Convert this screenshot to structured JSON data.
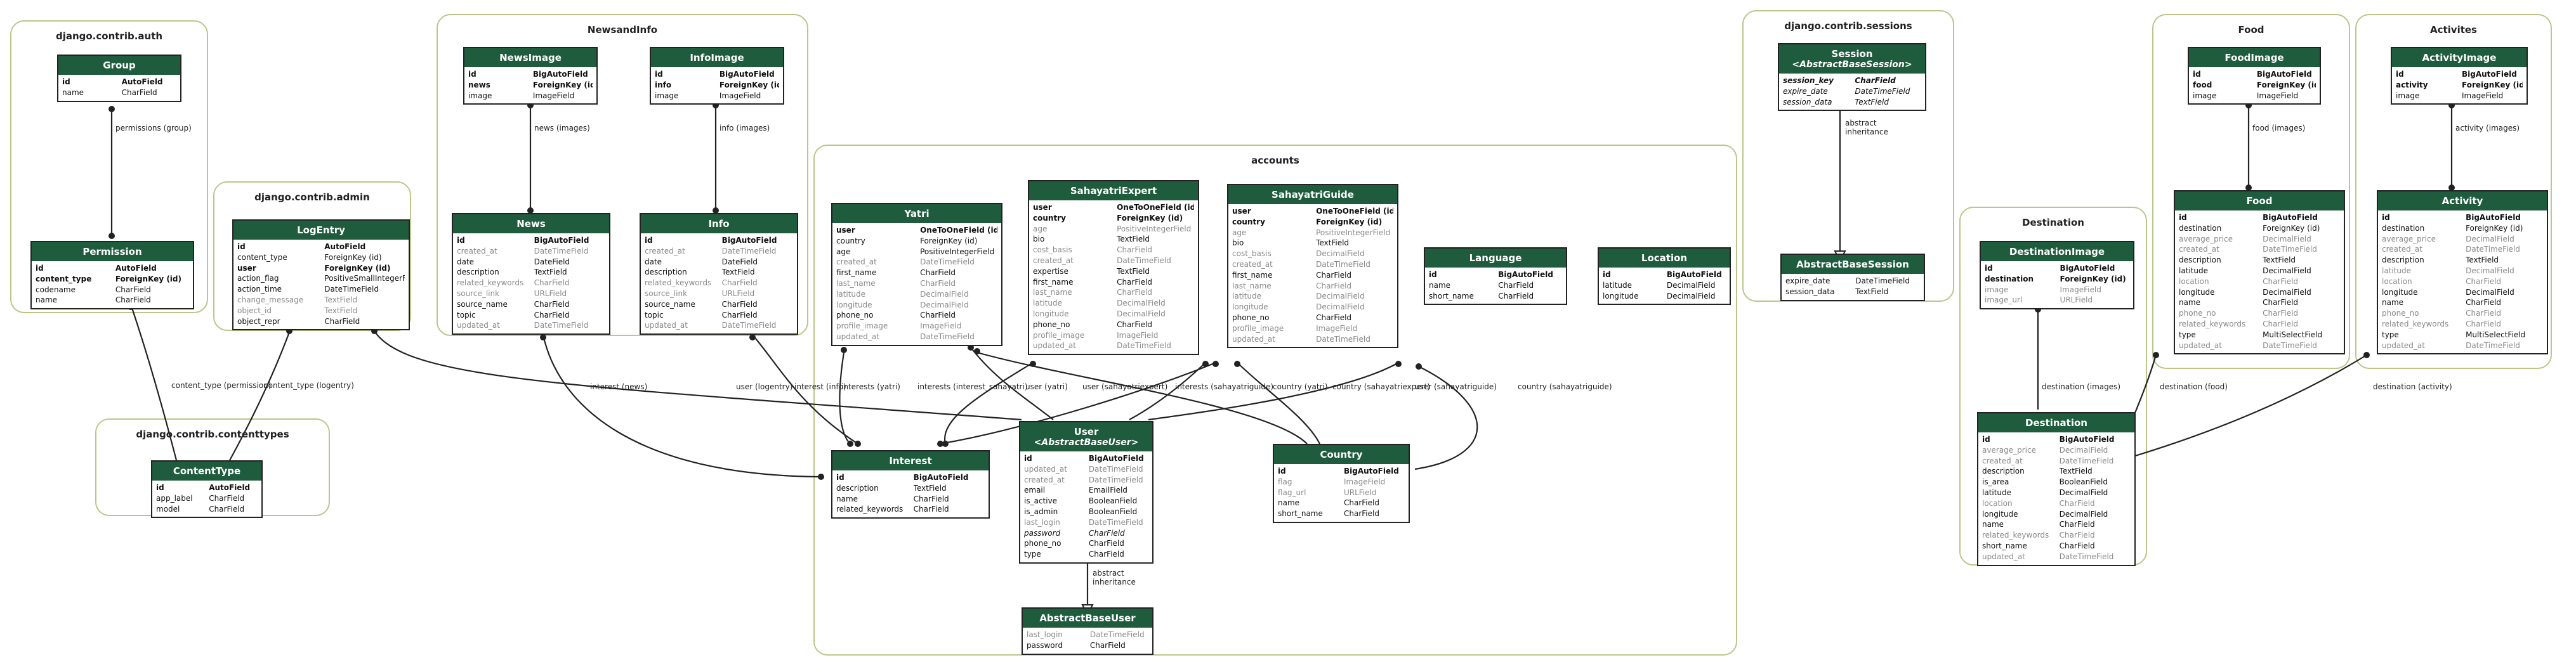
{
  "clusters": {
    "auth": "django.contrib.auth",
    "newsandinfo": "NewsandInfo",
    "admin": "django.contrib.admin",
    "contenttypes": "django.contrib.contenttypes",
    "accounts": "accounts",
    "sessions": "django.contrib.sessions",
    "food": "Food",
    "destination": "Destination",
    "activites": "Activites"
  },
  "models": {
    "group": {
      "title": "Group",
      "fields": [
        {
          "n": "id",
          "t": "AutoField",
          "s": "b"
        },
        {
          "n": "name",
          "t": "CharField",
          "s": ""
        }
      ]
    },
    "permission": {
      "title": "Permission",
      "fields": [
        {
          "n": "id",
          "t": "AutoField",
          "s": "b"
        },
        {
          "n": "content_type",
          "t": "ForeignKey (id)",
          "s": "b"
        },
        {
          "n": "codename",
          "t": "CharField",
          "s": ""
        },
        {
          "n": "name",
          "t": "CharField",
          "s": ""
        }
      ]
    },
    "newsimage": {
      "title": "NewsImage",
      "fields": [
        {
          "n": "id",
          "t": "BigAutoField",
          "s": "b"
        },
        {
          "n": "news",
          "t": "ForeignKey (id)",
          "s": "b"
        },
        {
          "n": "image",
          "t": "ImageField",
          "s": ""
        }
      ]
    },
    "infoimage": {
      "title": "InfoImage",
      "fields": [
        {
          "n": "id",
          "t": "BigAutoField",
          "s": "b"
        },
        {
          "n": "info",
          "t": "ForeignKey (id)",
          "s": "b"
        },
        {
          "n": "image",
          "t": "ImageField",
          "s": ""
        }
      ]
    },
    "news": {
      "title": "News",
      "fields": [
        {
          "n": "id",
          "t": "BigAutoField",
          "s": "b"
        },
        {
          "n": "created_at",
          "t": "DateTimeField",
          "s": "g"
        },
        {
          "n": "date",
          "t": "DateField",
          "s": ""
        },
        {
          "n": "description",
          "t": "TextField",
          "s": ""
        },
        {
          "n": "related_keywords",
          "t": "CharField",
          "s": "g"
        },
        {
          "n": "source_link",
          "t": "URLField",
          "s": "g"
        },
        {
          "n": "source_name",
          "t": "CharField",
          "s": ""
        },
        {
          "n": "topic",
          "t": "CharField",
          "s": ""
        },
        {
          "n": "updated_at",
          "t": "DateTimeField",
          "s": "g"
        }
      ]
    },
    "info": {
      "title": "Info",
      "fields": [
        {
          "n": "id",
          "t": "BigAutoField",
          "s": "b"
        },
        {
          "n": "created_at",
          "t": "DateTimeField",
          "s": "g"
        },
        {
          "n": "date",
          "t": "DateField",
          "s": ""
        },
        {
          "n": "description",
          "t": "TextField",
          "s": ""
        },
        {
          "n": "related_keywords",
          "t": "CharField",
          "s": "g"
        },
        {
          "n": "source_link",
          "t": "URLField",
          "s": "g"
        },
        {
          "n": "source_name",
          "t": "CharField",
          "s": ""
        },
        {
          "n": "topic",
          "t": "CharField",
          "s": ""
        },
        {
          "n": "updated_at",
          "t": "DateTimeField",
          "s": "g"
        }
      ]
    },
    "logentry": {
      "title": "LogEntry",
      "fields": [
        {
          "n": "id",
          "t": "AutoField",
          "s": "b"
        },
        {
          "n": "content_type",
          "t": "ForeignKey (id)",
          "s": ""
        },
        {
          "n": "user",
          "t": "ForeignKey (id)",
          "s": "b"
        },
        {
          "n": "action_flag",
          "t": "PositiveSmallIntegerField",
          "s": ""
        },
        {
          "n": "action_time",
          "t": "DateTimeField",
          "s": ""
        },
        {
          "n": "change_message",
          "t": "TextField",
          "s": "g"
        },
        {
          "n": "object_id",
          "t": "TextField",
          "s": "g"
        },
        {
          "n": "object_repr",
          "t": "CharField",
          "s": ""
        }
      ]
    },
    "contenttype": {
      "title": "ContentType",
      "fields": [
        {
          "n": "id",
          "t": "AutoField",
          "s": "b"
        },
        {
          "n": "app_label",
          "t": "CharField",
          "s": ""
        },
        {
          "n": "model",
          "t": "CharField",
          "s": ""
        }
      ]
    },
    "yatri": {
      "title": "Yatri",
      "fields": [
        {
          "n": "user",
          "t": "OneToOneField (id)",
          "s": "b"
        },
        {
          "n": "country",
          "t": "ForeignKey (id)",
          "s": ""
        },
        {
          "n": "age",
          "t": "PositiveIntegerField",
          "s": ""
        },
        {
          "n": "created_at",
          "t": "DateTimeField",
          "s": "g"
        },
        {
          "n": "first_name",
          "t": "CharField",
          "s": ""
        },
        {
          "n": "last_name",
          "t": "CharField",
          "s": "g"
        },
        {
          "n": "latitude",
          "t": "DecimalField",
          "s": "g"
        },
        {
          "n": "longitude",
          "t": "DecimalField",
          "s": "g"
        },
        {
          "n": "phone_no",
          "t": "CharField",
          "s": ""
        },
        {
          "n": "profile_image",
          "t": "ImageField",
          "s": "g"
        },
        {
          "n": "updated_at",
          "t": "DateTimeField",
          "s": "g"
        }
      ]
    },
    "sahayatriexpert": {
      "title": "SahayatriExpert",
      "fields": [
        {
          "n": "user",
          "t": "OneToOneField (id)",
          "s": "b"
        },
        {
          "n": "country",
          "t": "ForeignKey (id)",
          "s": "b"
        },
        {
          "n": "age",
          "t": "PositiveIntegerField",
          "s": "g"
        },
        {
          "n": "bio",
          "t": "TextField",
          "s": ""
        },
        {
          "n": "cost_basis",
          "t": "CharField",
          "s": "g"
        },
        {
          "n": "created_at",
          "t": "DateTimeField",
          "s": "g"
        },
        {
          "n": "expertise",
          "t": "TextField",
          "s": ""
        },
        {
          "n": "first_name",
          "t": "CharField",
          "s": ""
        },
        {
          "n": "last_name",
          "t": "CharField",
          "s": "g"
        },
        {
          "n": "latitude",
          "t": "DecimalField",
          "s": "g"
        },
        {
          "n": "longitude",
          "t": "DecimalField",
          "s": "g"
        },
        {
          "n": "phone_no",
          "t": "CharField",
          "s": ""
        },
        {
          "n": "profile_image",
          "t": "ImageField",
          "s": "g"
        },
        {
          "n": "updated_at",
          "t": "DateTimeField",
          "s": "g"
        }
      ]
    },
    "sahayatriguide": {
      "title": "SahayatriGuide",
      "fields": [
        {
          "n": "user",
          "t": "OneToOneField (id)",
          "s": "b"
        },
        {
          "n": "country",
          "t": "ForeignKey (id)",
          "s": "b"
        },
        {
          "n": "age",
          "t": "PositiveIntegerField",
          "s": "g"
        },
        {
          "n": "bio",
          "t": "TextField",
          "s": ""
        },
        {
          "n": "cost_basis",
          "t": "DecimalField",
          "s": "g"
        },
        {
          "n": "created_at",
          "t": "DateTimeField",
          "s": "g"
        },
        {
          "n": "first_name",
          "t": "CharField",
          "s": ""
        },
        {
          "n": "last_name",
          "t": "CharField",
          "s": "g"
        },
        {
          "n": "latitude",
          "t": "DecimalField",
          "s": "g"
        },
        {
          "n": "longitude",
          "t": "DecimalField",
          "s": "g"
        },
        {
          "n": "phone_no",
          "t": "CharField",
          "s": ""
        },
        {
          "n": "profile_image",
          "t": "ImageField",
          "s": "g"
        },
        {
          "n": "updated_at",
          "t": "DateTimeField",
          "s": "g"
        }
      ]
    },
    "language": {
      "title": "Language",
      "fields": [
        {
          "n": "id",
          "t": "BigAutoField",
          "s": "b"
        },
        {
          "n": "name",
          "t": "CharField",
          "s": ""
        },
        {
          "n": "short_name",
          "t": "CharField",
          "s": ""
        }
      ]
    },
    "location": {
      "title": "Location",
      "fields": [
        {
          "n": "id",
          "t": "BigAutoField",
          "s": "b"
        },
        {
          "n": "latitude",
          "t": "DecimalField",
          "s": ""
        },
        {
          "n": "longitude",
          "t": "DecimalField",
          "s": ""
        }
      ]
    },
    "interest": {
      "title": "Interest",
      "fields": [
        {
          "n": "id",
          "t": "BigAutoField",
          "s": "b"
        },
        {
          "n": "description",
          "t": "TextField",
          "s": ""
        },
        {
          "n": "name",
          "t": "CharField",
          "s": ""
        },
        {
          "n": "related_keywords",
          "t": "CharField",
          "s": ""
        }
      ]
    },
    "user": {
      "title": "User",
      "subtitle": "<AbstractBaseUser>",
      "fields": [
        {
          "n": "id",
          "t": "BigAutoField",
          "s": "b"
        },
        {
          "n": "updated_at",
          "t": "DateTimeField",
          "s": "g"
        },
        {
          "n": "created_at",
          "t": "DateTimeField",
          "s": "g"
        },
        {
          "n": "email",
          "t": "EmailField",
          "s": ""
        },
        {
          "n": "is_active",
          "t": "BooleanField",
          "s": ""
        },
        {
          "n": "is_admin",
          "t": "BooleanField",
          "s": ""
        },
        {
          "n": "last_login",
          "t": "DateTimeField",
          "s": "g"
        },
        {
          "n": "password",
          "t": "CharField",
          "s": "i"
        },
        {
          "n": "phone_no",
          "t": "CharField",
          "s": ""
        },
        {
          "n": "type",
          "t": "CharField",
          "s": ""
        }
      ]
    },
    "country": {
      "title": "Country",
      "fields": [
        {
          "n": "id",
          "t": "BigAutoField",
          "s": "b"
        },
        {
          "n": "flag",
          "t": "ImageField",
          "s": "g"
        },
        {
          "n": "flag_url",
          "t": "URLField",
          "s": "g"
        },
        {
          "n": "name",
          "t": "CharField",
          "s": ""
        },
        {
          "n": "short_name",
          "t": "CharField",
          "s": ""
        }
      ]
    },
    "abstractbaseuser": {
      "title": "AbstractBaseUser",
      "fields": [
        {
          "n": "last_login",
          "t": "DateTimeField",
          "s": "g"
        },
        {
          "n": "password",
          "t": "CharField",
          "s": ""
        }
      ]
    },
    "session": {
      "title": "Session",
      "subtitle": "<AbstractBaseSession>",
      "fields": [
        {
          "n": "session_key",
          "t": "CharField",
          "s": "bi"
        },
        {
          "n": "expire_date",
          "t": "DateTimeField",
          "s": "i"
        },
        {
          "n": "session_data",
          "t": "TextField",
          "s": "i"
        }
      ]
    },
    "abstractbasesession": {
      "title": "AbstractBaseSession",
      "fields": [
        {
          "n": "expire_date",
          "t": "DateTimeField",
          "s": ""
        },
        {
          "n": "session_data",
          "t": "TextField",
          "s": ""
        }
      ]
    },
    "foodimage": {
      "title": "FoodImage",
      "fields": [
        {
          "n": "id",
          "t": "BigAutoField",
          "s": "b"
        },
        {
          "n": "food",
          "t": "ForeignKey (id)",
          "s": "b"
        },
        {
          "n": "image",
          "t": "ImageField",
          "s": ""
        }
      ]
    },
    "food": {
      "title": "Food",
      "fields": [
        {
          "n": "id",
          "t": "BigAutoField",
          "s": "b"
        },
        {
          "n": "destination",
          "t": "ForeignKey (id)",
          "s": ""
        },
        {
          "n": "average_price",
          "t": "DecimalField",
          "s": "g"
        },
        {
          "n": "created_at",
          "t": "DateTimeField",
          "s": "g"
        },
        {
          "n": "description",
          "t": "TextField",
          "s": ""
        },
        {
          "n": "latitude",
          "t": "DecimalField",
          "s": ""
        },
        {
          "n": "location",
          "t": "CharField",
          "s": "g"
        },
        {
          "n": "longitude",
          "t": "DecimalField",
          "s": ""
        },
        {
          "n": "name",
          "t": "CharField",
          "s": ""
        },
        {
          "n": "phone_no",
          "t": "CharField",
          "s": "g"
        },
        {
          "n": "related_keywords",
          "t": "CharField",
          "s": "g"
        },
        {
          "n": "type",
          "t": "MultiSelectField",
          "s": ""
        },
        {
          "n": "updated_at",
          "t": "DateTimeField",
          "s": "g"
        }
      ]
    },
    "destinationimage": {
      "title": "DestinationImage",
      "fields": [
        {
          "n": "id",
          "t": "BigAutoField",
          "s": "b"
        },
        {
          "n": "destination",
          "t": "ForeignKey (id)",
          "s": "b"
        },
        {
          "n": "image",
          "t": "ImageField",
          "s": "g"
        },
        {
          "n": "image_url",
          "t": "URLField",
          "s": "g"
        }
      ]
    },
    "destination": {
      "title": "Destination",
      "fields": [
        {
          "n": "id",
          "t": "BigAutoField",
          "s": "b"
        },
        {
          "n": "average_price",
          "t": "DecimalField",
          "s": "g"
        },
        {
          "n": "created_at",
          "t": "DateTimeField",
          "s": "g"
        },
        {
          "n": "description",
          "t": "TextField",
          "s": ""
        },
        {
          "n": "is_area",
          "t": "BooleanField",
          "s": ""
        },
        {
          "n": "latitude",
          "t": "DecimalField",
          "s": ""
        },
        {
          "n": "location",
          "t": "CharField",
          "s": "g"
        },
        {
          "n": "longitude",
          "t": "DecimalField",
          "s": ""
        },
        {
          "n": "name",
          "t": "CharField",
          "s": ""
        },
        {
          "n": "related_keywords",
          "t": "CharField",
          "s": "g"
        },
        {
          "n": "short_name",
          "t": "CharField",
          "s": ""
        },
        {
          "n": "updated_at",
          "t": "DateTimeField",
          "s": "g"
        }
      ]
    },
    "activityimage": {
      "title": "ActivityImage",
      "fields": [
        {
          "n": "id",
          "t": "BigAutoField",
          "s": "b"
        },
        {
          "n": "activity",
          "t": "ForeignKey (id)",
          "s": "b"
        },
        {
          "n": "image",
          "t": "ImageField",
          "s": ""
        }
      ]
    },
    "activity": {
      "title": "Activity",
      "fields": [
        {
          "n": "id",
          "t": "BigAutoField",
          "s": "b"
        },
        {
          "n": "destination",
          "t": "ForeignKey (id)",
          "s": ""
        },
        {
          "n": "average_price",
          "t": "DecimalField",
          "s": "g"
        },
        {
          "n": "created_at",
          "t": "DateTimeField",
          "s": "g"
        },
        {
          "n": "description",
          "t": "TextField",
          "s": ""
        },
        {
          "n": "latitude",
          "t": "DecimalField",
          "s": "g"
        },
        {
          "n": "location",
          "t": "CharField",
          "s": "g"
        },
        {
          "n": "longitude",
          "t": "DecimalField",
          "s": ""
        },
        {
          "n": "name",
          "t": "CharField",
          "s": ""
        },
        {
          "n": "phone_no",
          "t": "CharField",
          "s": "g"
        },
        {
          "n": "related_keywords",
          "t": "CharField",
          "s": "g"
        },
        {
          "n": "type",
          "t": "MultiSelectField",
          "s": ""
        },
        {
          "n": "updated_at",
          "t": "DateTimeField",
          "s": "g"
        }
      ]
    }
  },
  "edge_labels": [
    "permissions (group)",
    "news (images)",
    "info (images)",
    "content_type (permission)",
    "content_type (logentry)",
    "interest (news)",
    "user (logentry)",
    "interest (info)",
    "interests (yatri)",
    "interests (interest_sahayatri)",
    "user (yatri)",
    "user (sahayatriexpert)",
    "interests (sahayatriguide)",
    "country (yatri)",
    "country (sahayatriexpert)",
    "user (sahayatriguide)",
    "country (sahayatriguide)",
    "abstract\ninheritance",
    "abstract\ninheritance",
    "food (images)",
    "destination (images)",
    "destination (food)",
    "activity (images)",
    "destination (activity)"
  ],
  "colors": {
    "header": "#1f5c3e",
    "cluster_border": "#b9c78a",
    "edge": "#222222"
  }
}
